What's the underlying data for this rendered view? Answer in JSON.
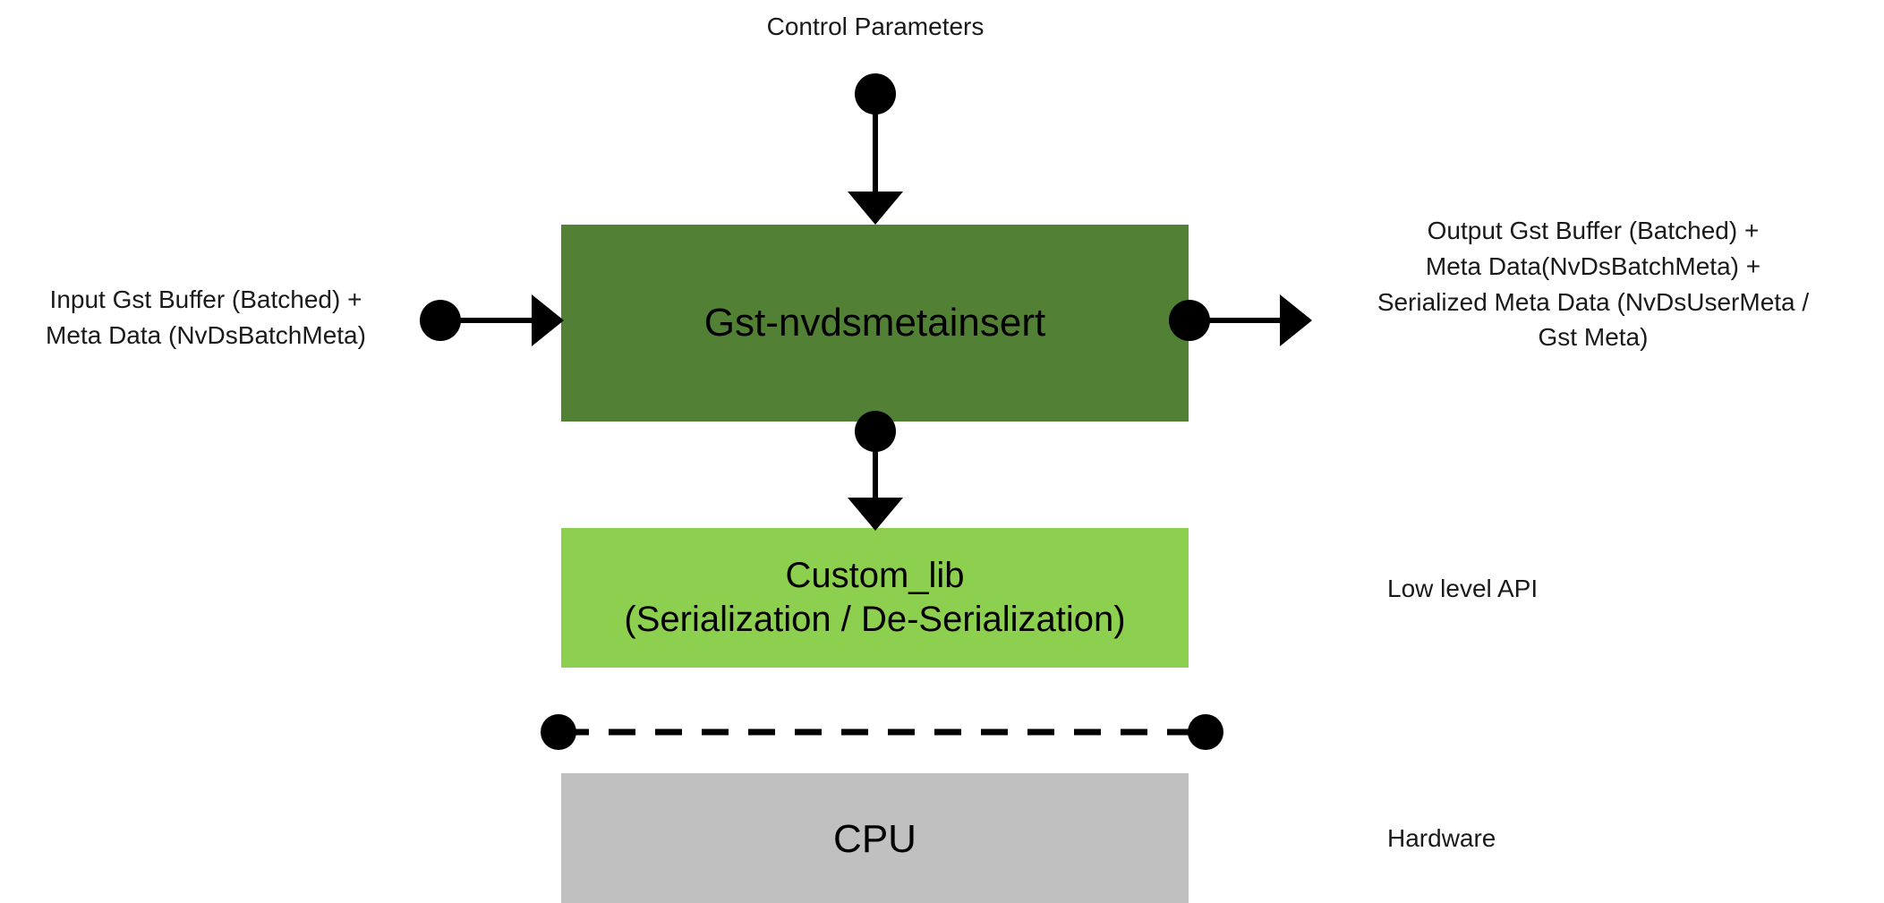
{
  "diagram": {
    "title": "Gst-nvdsmetainsert plugin block diagram",
    "background_color": "#FFFFFF"
  },
  "blocks": {
    "main": {
      "label": "Gst-nvdsmetainsert",
      "color": "#528135",
      "text_color": "#000000"
    },
    "custom_lib": {
      "line_1": "Custom_lib",
      "line_2": "(Serialization / De-Serialization)",
      "color": "#8DD04F",
      "text_color": "#000000"
    },
    "cpu": {
      "label": "CPU",
      "color": "#C0C0C0",
      "text_color": "#000000"
    }
  },
  "labels": {
    "control_parameters": "Control Parameters",
    "input": "Input Gst Buffer (Batched) +\nMeta Data (NvDsBatchMeta)",
    "output": "Output Gst Buffer (Batched) +\nMeta Data(NvDsBatchMeta) +\nSerialized Meta Data (NvDsUserMeta /\nGst Meta)",
    "low_level_api": "Low level API",
    "hardware": "Hardware"
  },
  "connectors": [
    {
      "name": "control-parameters-arrow",
      "from": "control-parameters-label",
      "to": "main-block-top",
      "direction": "down",
      "style": "solid-arrow-with-source-dot"
    },
    {
      "name": "input-arrow",
      "from": "input-label",
      "to": "main-block-left",
      "direction": "right",
      "style": "solid-arrow-with-source-dot"
    },
    {
      "name": "output-arrow",
      "from": "main-block-right",
      "to": "output-label",
      "direction": "right",
      "style": "solid-arrow-with-source-dot"
    },
    {
      "name": "main-to-customlib-arrow",
      "from": "main-block-bottom",
      "to": "custom-lib-block-top",
      "direction": "down",
      "style": "solid-arrow-with-source-dot"
    },
    {
      "name": "hardware-boundary",
      "from": "custom-lib-block-bottom-left",
      "to": "custom-lib-block-bottom-right",
      "direction": "horizontal",
      "style": "dashed-line-with-end-dots"
    }
  ]
}
